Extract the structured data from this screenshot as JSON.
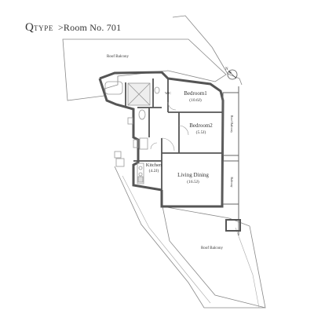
{
  "title": {
    "type_letter": "Q",
    "type_word": "TYPE",
    "room": ">Room No. 701"
  },
  "rooms": {
    "roof_balcony_top": "Roof Balcony",
    "bedroom1_name": "Bedroom1",
    "bedroom1_size": "(10.6J)",
    "bedroom2_name": "Bedroom2",
    "bedroom2_size": "(5.5J)",
    "kitchen_name": "Kitchen",
    "kitchen_size": "(4.2J)",
    "living_name": "Living Dining",
    "living_size": "(16.5J)",
    "roof_balcony_bottom": "Roof Balcony",
    "wic": "WIC",
    "side_roof_balcony": "Roof Balcony",
    "side_balcony": "Balcony"
  },
  "compass": {
    "north": "N"
  },
  "colors": {
    "wall": "#555555",
    "line": "#777777",
    "fixture": "#999999"
  }
}
